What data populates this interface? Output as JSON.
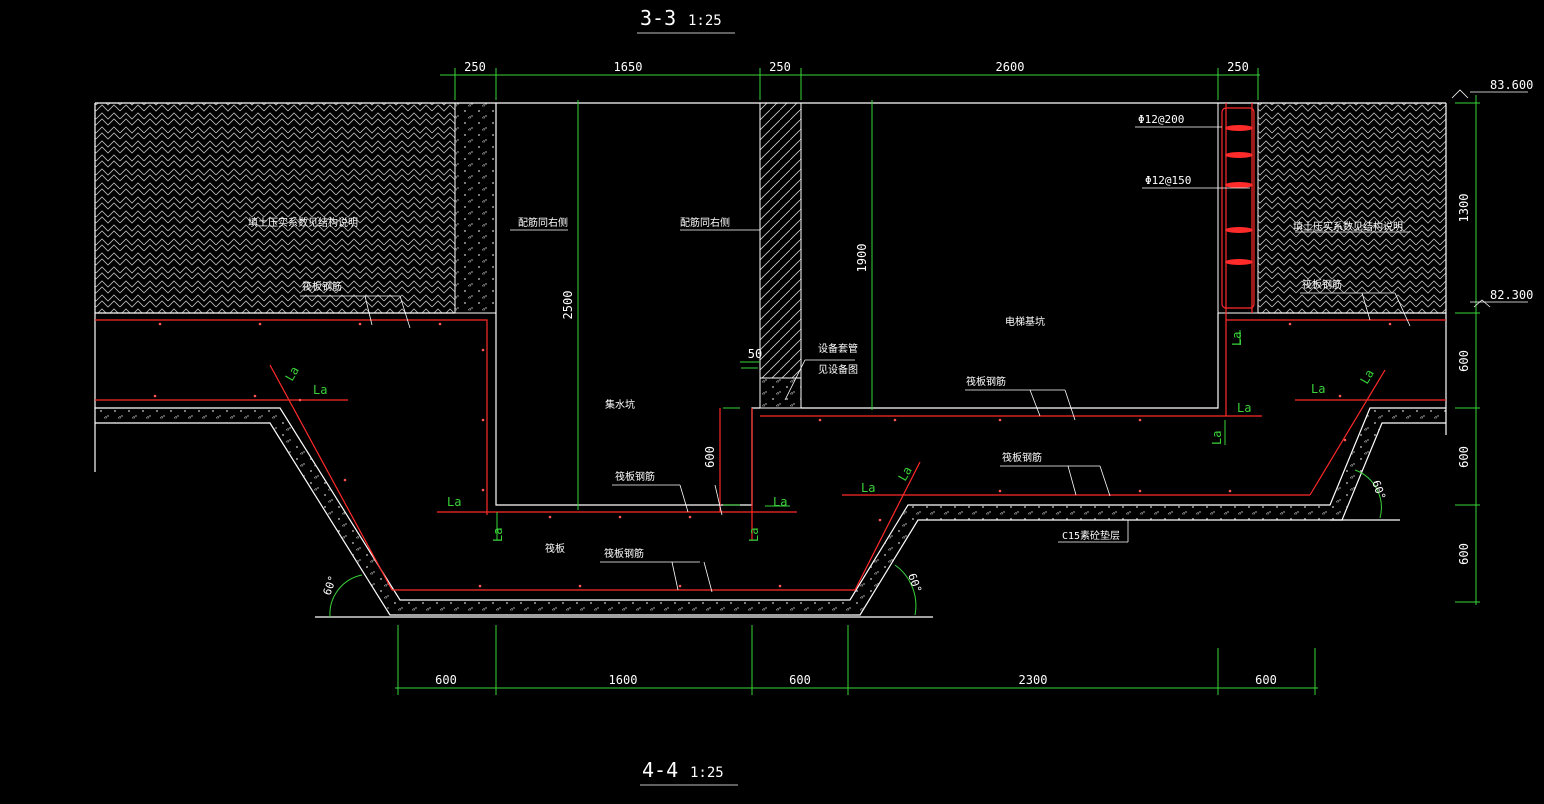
{
  "titles": {
    "top_section": "3-3",
    "top_scale": "1:25",
    "bottom_section": "4-4",
    "bottom_scale": "1:25"
  },
  "dimensions_top": [
    "250",
    "1650",
    "250",
    "2600",
    "250"
  ],
  "dimensions_bottom": [
    "600",
    "1600",
    "600",
    "2300",
    "600"
  ],
  "dimensions_right": [
    "1300",
    "600",
    "600",
    "600"
  ],
  "dimensions_inner": {
    "pit_depth_left": "2500",
    "pit_depth_right": "1900",
    "step_600": "600",
    "gap_50": "50"
  },
  "elevations": {
    "top": "83.600",
    "mid": "82.300"
  },
  "rebar": {
    "spec_1": "Φ12@200",
    "spec_2": "Φ12@150"
  },
  "labels": {
    "backfill_left": "填土压实系数见结构说明",
    "backfill_right": "填土压实系数见结构说明",
    "wall_left_a": "配筋同右侧",
    "wall_left_b": "配筋同右侧",
    "slab_rebar_tl": "筏板钢筋",
    "slab_rebar_tr": "筏板钢筋",
    "slab_rebar_mid": "筏板钢筋",
    "slab_rebar_mid2": "筏板钢筋",
    "slab_rebar_pit": "筏板钢筋",
    "slab_rebar_bottom": "筏板钢筋",
    "equipment_pipe": "设备套管",
    "equipment_ref": "见设备图",
    "sump": "集水坑",
    "elevator_pit": "电梯基坑",
    "raft": "筏板",
    "cushion": "C15素砼垫层"
  },
  "anchor_label": "La",
  "angle_label": "60°"
}
